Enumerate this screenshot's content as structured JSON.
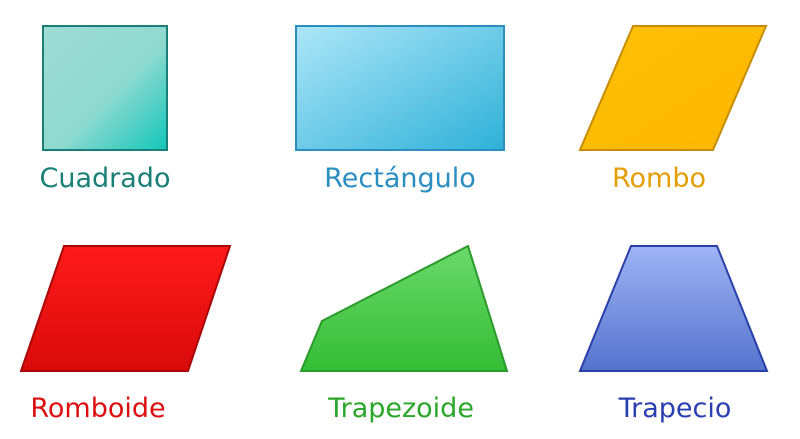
{
  "shapes": [
    {
      "id": "cuadrado",
      "label": "Cuadrado",
      "text_color": "#1a8077",
      "fill_from": "#9fdcd5",
      "fill_to": "#11c7ba",
      "stroke": "#1a8077"
    },
    {
      "id": "rectangulo",
      "label": "Rectángulo",
      "text_color": "#2a8fc0",
      "fill_from": "#ade6f7",
      "fill_to": "#2fb1d8",
      "stroke": "#2a8fc0"
    },
    {
      "id": "rombo",
      "label": "Rombo",
      "text_color": "#e39e04",
      "fill_from": "#ffc108",
      "fill_to": "#fdb600",
      "stroke": "#c88c00"
    },
    {
      "id": "romboide",
      "label": "Romboide",
      "text_color": "#dc0e10",
      "fill_from": "#ff1a1a",
      "fill_to": "#d90a0a",
      "stroke": "#a80808"
    },
    {
      "id": "trapezoide",
      "label": "Trapezoide",
      "text_color": "#2aa72a",
      "fill_from": "#6ad96a",
      "fill_to": "#35bd35",
      "stroke": "#2a9a2a"
    },
    {
      "id": "trapecio",
      "label": "Trapecio",
      "text_color": "#2a3fb0",
      "fill_from": "#9fb4f4",
      "fill_to": "#5572cd",
      "stroke": "#2a3fa8"
    }
  ]
}
